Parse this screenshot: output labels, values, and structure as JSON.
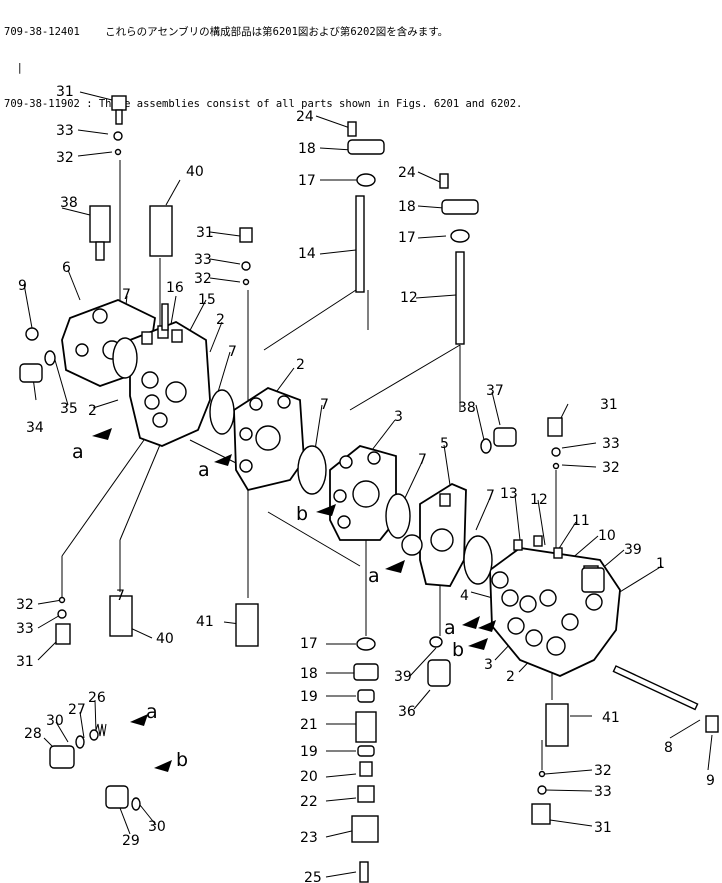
{
  "header": {
    "line1_code": "709-38-12401",
    "line1_note_jp": "これらのアセンブリの構成部品は第6201図および第6202図を含みます。",
    "line2_code": "709-38-11902",
    "line2_note": ": These assemblies consist of all parts shown in Figs. 6201 and 6202."
  },
  "callouts": [
    "1",
    "2",
    "2",
    "2",
    "2",
    "3",
    "3",
    "4",
    "5",
    "6",
    "7",
    "7",
    "7",
    "7",
    "7",
    "7",
    "8",
    "9",
    "9",
    "10",
    "11",
    "12",
    "12",
    "13",
    "14",
    "15",
    "16",
    "17",
    "17",
    "17",
    "18",
    "18",
    "18",
    "19",
    "19",
    "20",
    "21",
    "22",
    "23",
    "24",
    "24",
    "25",
    "26",
    "27",
    "28",
    "29",
    "30",
    "30",
    "31",
    "31",
    "31",
    "31",
    "31",
    "32",
    "32",
    "32",
    "32",
    "32",
    "33",
    "33",
    "33",
    "33",
    "33",
    "34",
    "35",
    "36",
    "37",
    "38",
    "38",
    "39",
    "39",
    "40",
    "40",
    "41",
    "41",
    "a",
    "a",
    "a",
    "a",
    "a",
    "b",
    "b",
    "b"
  ]
}
